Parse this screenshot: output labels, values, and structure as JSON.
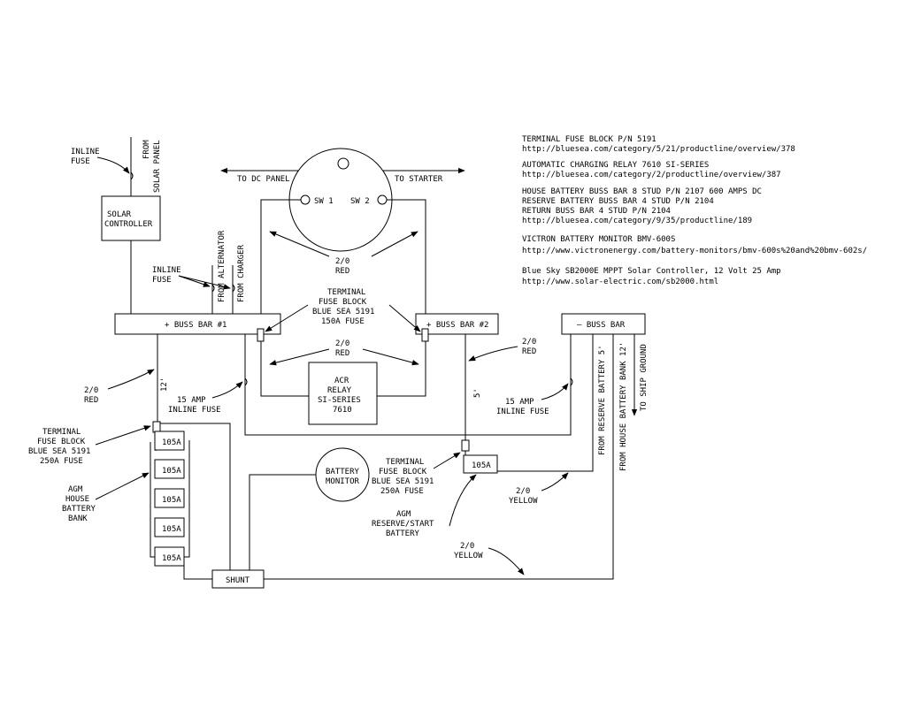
{
  "notes": [
    {
      "title": "TERMINAL FUSE BLOCK P/N 5191",
      "url": "http://bluesea.com/category/5/21/productline/overview/378"
    },
    {
      "title": "AUTOMATIC CHARGING RELAY 7610 SI-SERIES",
      "url": "http://bluesea.com/category/2/productline/overview/387"
    },
    {
      "lines": [
        "HOUSE BATTERY BUSS BAR 8 STUD P/N 2107 600 AMPS DC",
        "RESERVE BATTERY BUSS BAR 4 STUD  P/N 2104",
        "RETURN BUSS BAR 4 STUD P/N 2104"
      ],
      "url": "http://bluesea.com/category/9/35/productline/189"
    },
    {
      "title": "VICTRON BATTERY MONITOR BMV-600S",
      "url": "http://www.victronenergy.com/battery-monitors/bmv-600s%20and%20bmv-602s/"
    },
    {
      "title": "Blue Sky SB2000E MPPT Solar Controller, 12 Volt 25 Amp",
      "url": "http://www.solar-electric.com/sb2000.html"
    }
  ],
  "switch": {
    "sw1": "SW 1",
    "sw2": "SW 2",
    "to_dc_panel": "TO DC PANEL",
    "to_starter": "TO STARTER"
  },
  "solar": {
    "controller": [
      "SOLAR",
      "CONTROLLER"
    ],
    "inline_fuse": [
      "INLINE",
      "FUSE"
    ],
    "from_panel": [
      "FROM",
      "SOLAR PANEL"
    ]
  },
  "charging": {
    "inline_fuse": [
      "INLINE",
      "FUSE"
    ],
    "from_alternator": "FROM ALTERNATOR",
    "from_charger": "FROM CHARGER"
  },
  "buss_bars": {
    "bar1": "+ BUSS BAR #1",
    "bar2": "+ BUSS BAR #2",
    "neg": "–  BUSS BAR"
  },
  "fuse_150": [
    "TERMINAL",
    "FUSE BLOCK",
    "BLUE SEA 5191",
    "150A FUSE"
  ],
  "red_top": [
    "2/0",
    "RED"
  ],
  "red_mid": [
    "2/0",
    "RED"
  ],
  "red_right": [
    "2/0",
    "RED"
  ],
  "red_left": [
    "2/0",
    "RED"
  ],
  "acr": [
    "ACR",
    "RELAY",
    "SI-SERIES",
    "7610"
  ],
  "len_12": "12'",
  "len_5": "5'",
  "inline_15_left": [
    "15 AMP",
    "INLINE FUSE"
  ],
  "inline_15_right": [
    "15 AMP",
    "INLINE FUSE"
  ],
  "fuse_250_left": [
    "TERMINAL",
    "FUSE BLOCK",
    "BLUE SEA 5191",
    "250A FUSE"
  ],
  "agm_house": [
    "AGM",
    "HOUSE",
    "BATTERY",
    "BANK"
  ],
  "battery_label": "105A",
  "monitor": [
    "BATTERY",
    "MONITOR"
  ],
  "fuse_250_right": [
    "TERMINAL",
    "FUSE BLOCK",
    "BLUE SEA 5191",
    "250A FUSE"
  ],
  "agm_reserve": [
    "AGM",
    "RESERVE/START",
    "BATTERY"
  ],
  "yellow_mid": [
    "2/0",
    "YELLOW"
  ],
  "yellow_bottom": [
    "2/0",
    "YELLOW"
  ],
  "shunt": "SHUNT",
  "from_reserve": "FROM RESERVE BATTERY 5'",
  "from_house": "FROM HOUSE BATTERY BANK 12'",
  "to_ground": "TO SHIP GROUND"
}
